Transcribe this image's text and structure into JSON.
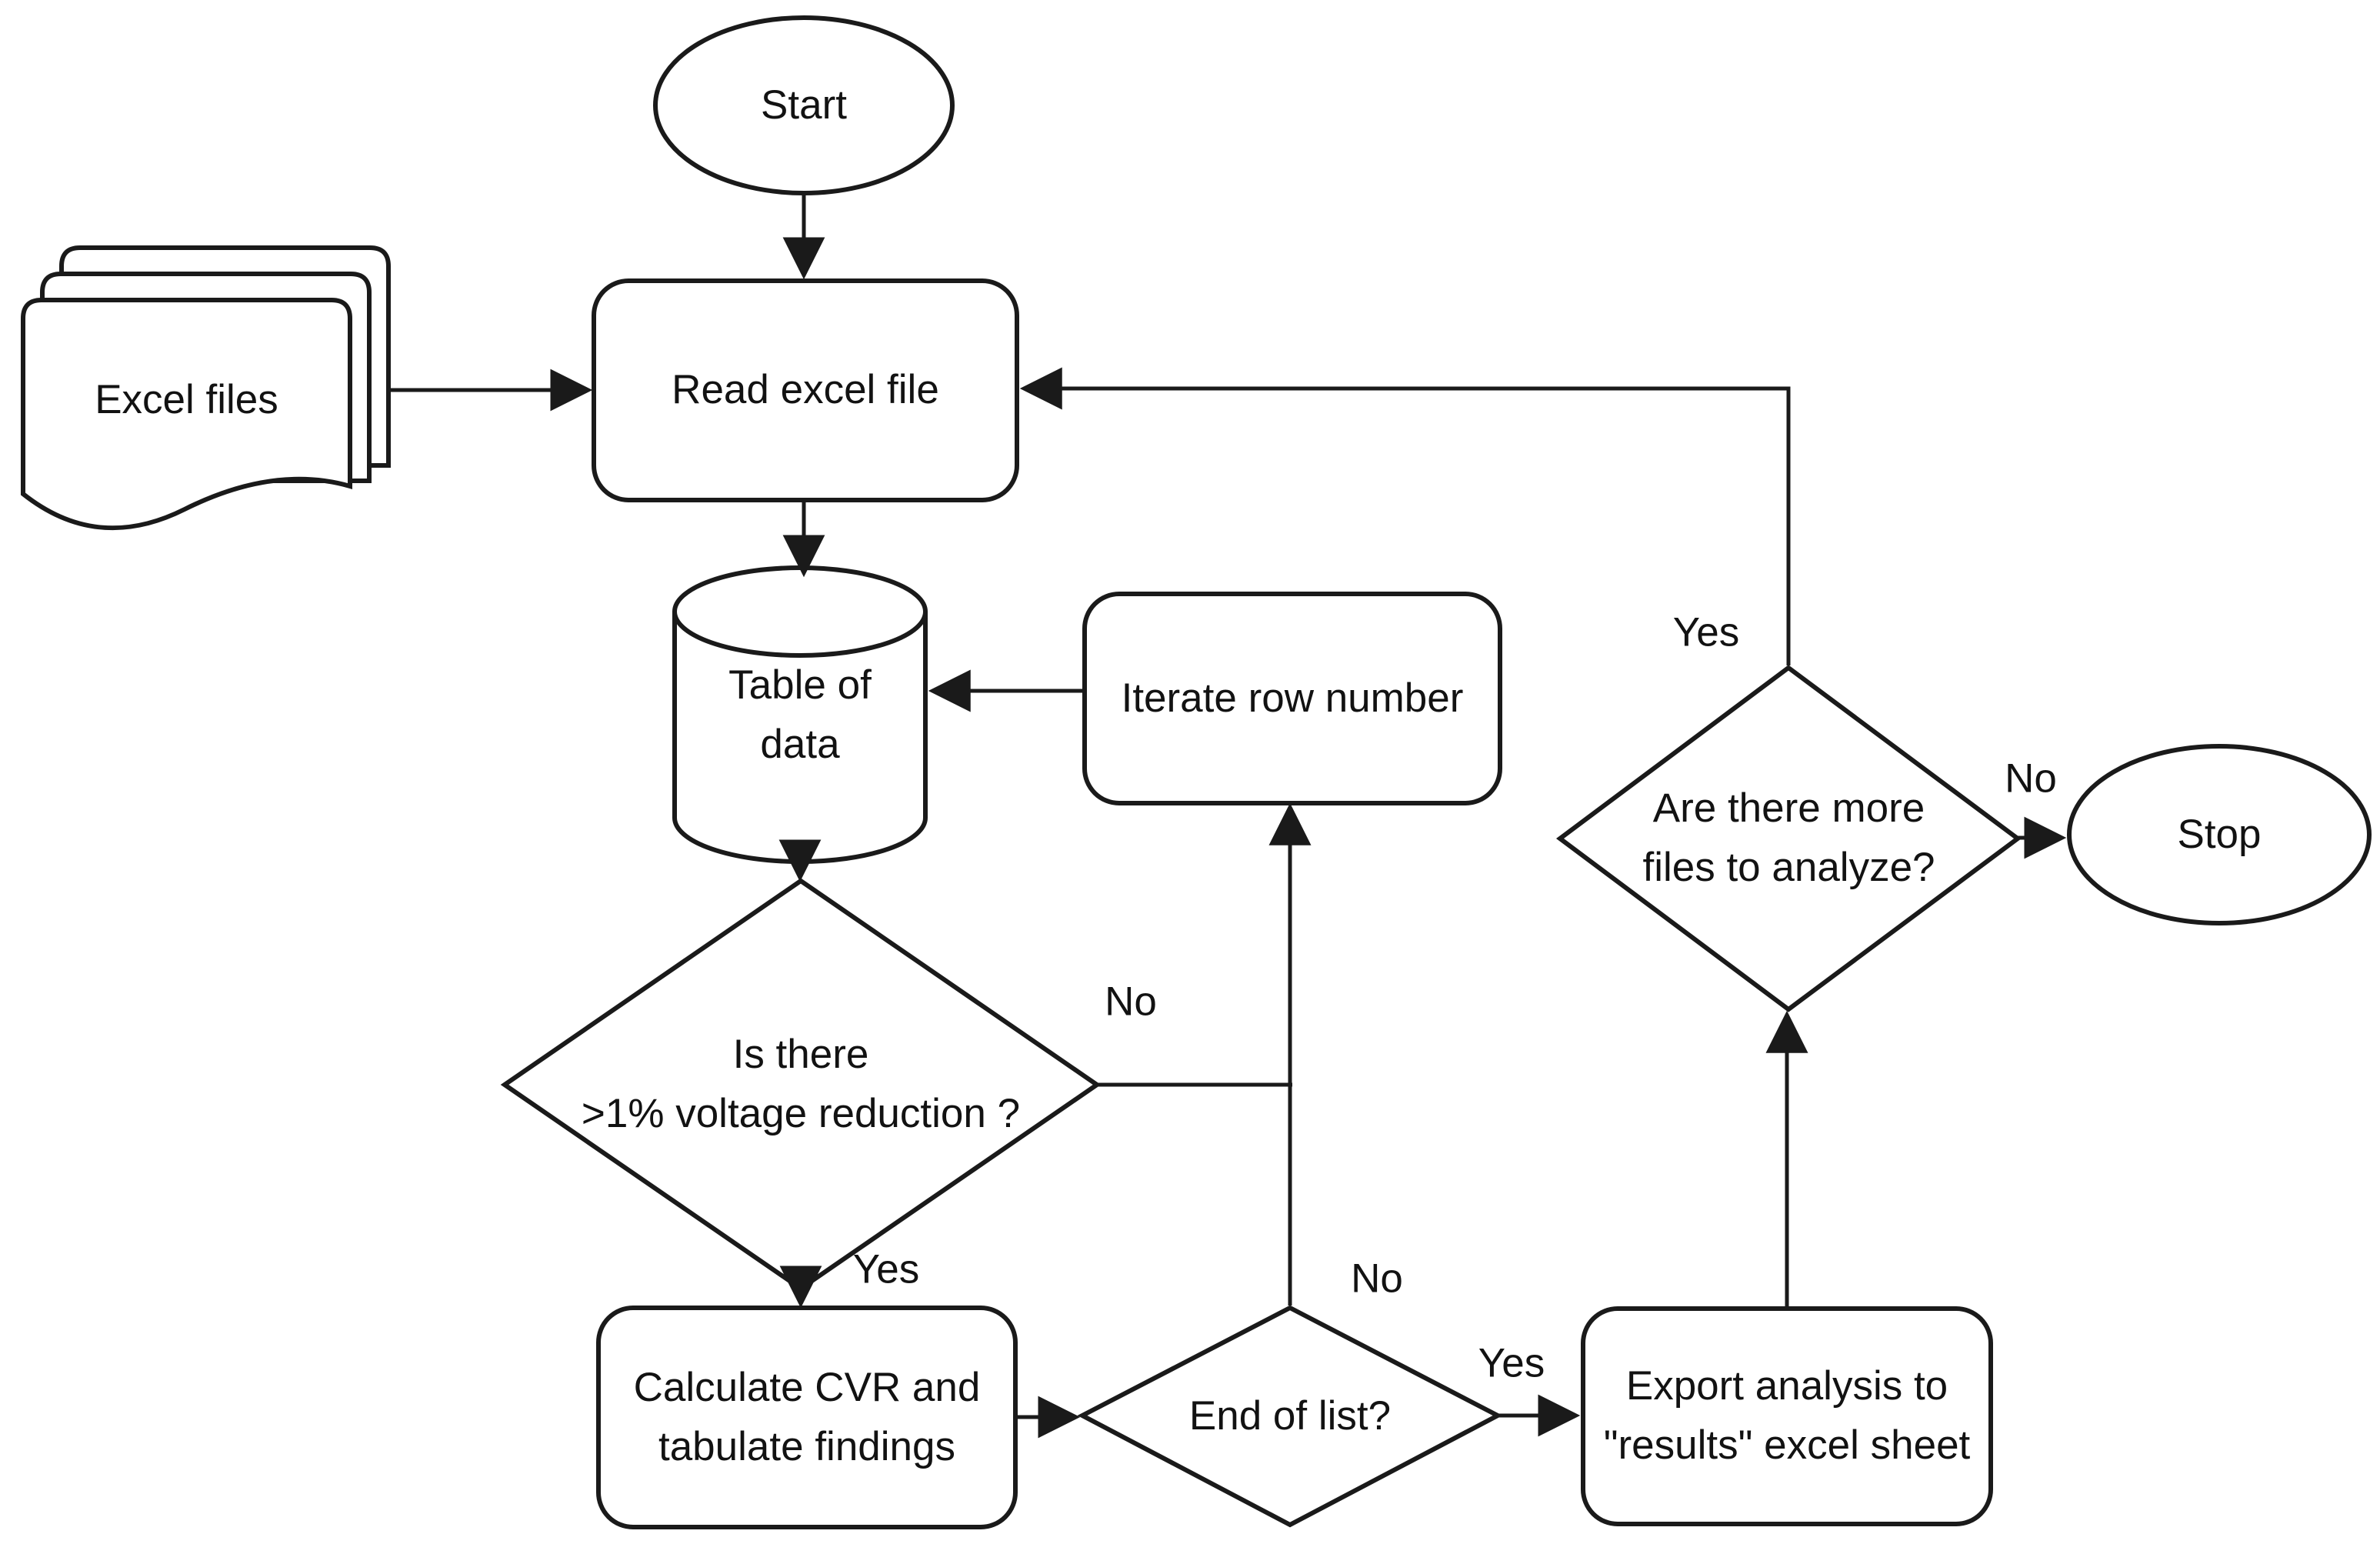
{
  "colors": {
    "stroke": "#1a1a1a",
    "text": "#121212",
    "background": "#ffffff"
  },
  "nodes": {
    "start": {
      "label": "Start",
      "type": "terminator"
    },
    "excel_files": {
      "label": "Excel files",
      "type": "multi-document"
    },
    "read_excel": {
      "label": "Read excel file",
      "type": "process"
    },
    "table_of_data": {
      "label": "Table of\ndata",
      "type": "database"
    },
    "iterate_row": {
      "label": "Iterate row number",
      "type": "process"
    },
    "voltage_check": {
      "label": "Is there\n>1% voltage reduction ?",
      "type": "decision"
    },
    "calculate_cvr": {
      "label": "Calculate CVR and\ntabulate findings",
      "type": "process"
    },
    "end_of_list": {
      "label": "End of list?",
      "type": "decision"
    },
    "export_analysis": {
      "label": "Export analysis to\n\"results\" excel sheet",
      "type": "process"
    },
    "more_files": {
      "label": "Are there more\nfiles to analyze?",
      "type": "decision"
    },
    "stop": {
      "label": "Stop",
      "type": "terminator"
    }
  },
  "edges": {
    "voltage_no": {
      "label": "No"
    },
    "voltage_yes": {
      "label": "Yes"
    },
    "end_no": {
      "label": "No"
    },
    "end_yes": {
      "label": "Yes"
    },
    "more_yes": {
      "label": "Yes"
    },
    "more_no": {
      "label": "No"
    }
  }
}
